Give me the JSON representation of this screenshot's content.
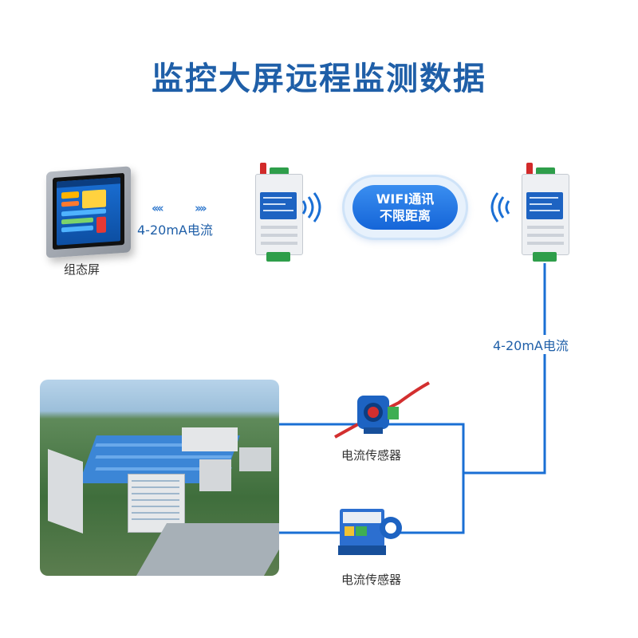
{
  "title": "监控大屏远程监测数据",
  "hmi": {
    "label": "组态屏",
    "icon": "hmi-touchscreen-icon"
  },
  "link_left": {
    "arrows_left": "‹‹‹‹",
    "arrows_right": "››››",
    "label": "4-20mA电流"
  },
  "wifi": {
    "line1": "WIFI通讯",
    "line2": "不限距离"
  },
  "link_right": {
    "label": "4-20mA电流"
  },
  "sensors": [
    {
      "label": "电流传感器",
      "icon": "split-core-current-sensor-icon"
    },
    {
      "label": "电流传感器",
      "icon": "current-transducer-icon"
    }
  ],
  "colors": {
    "title": "#1f5fa8",
    "line": "#1a6fd4",
    "accent": "#1565d8"
  }
}
